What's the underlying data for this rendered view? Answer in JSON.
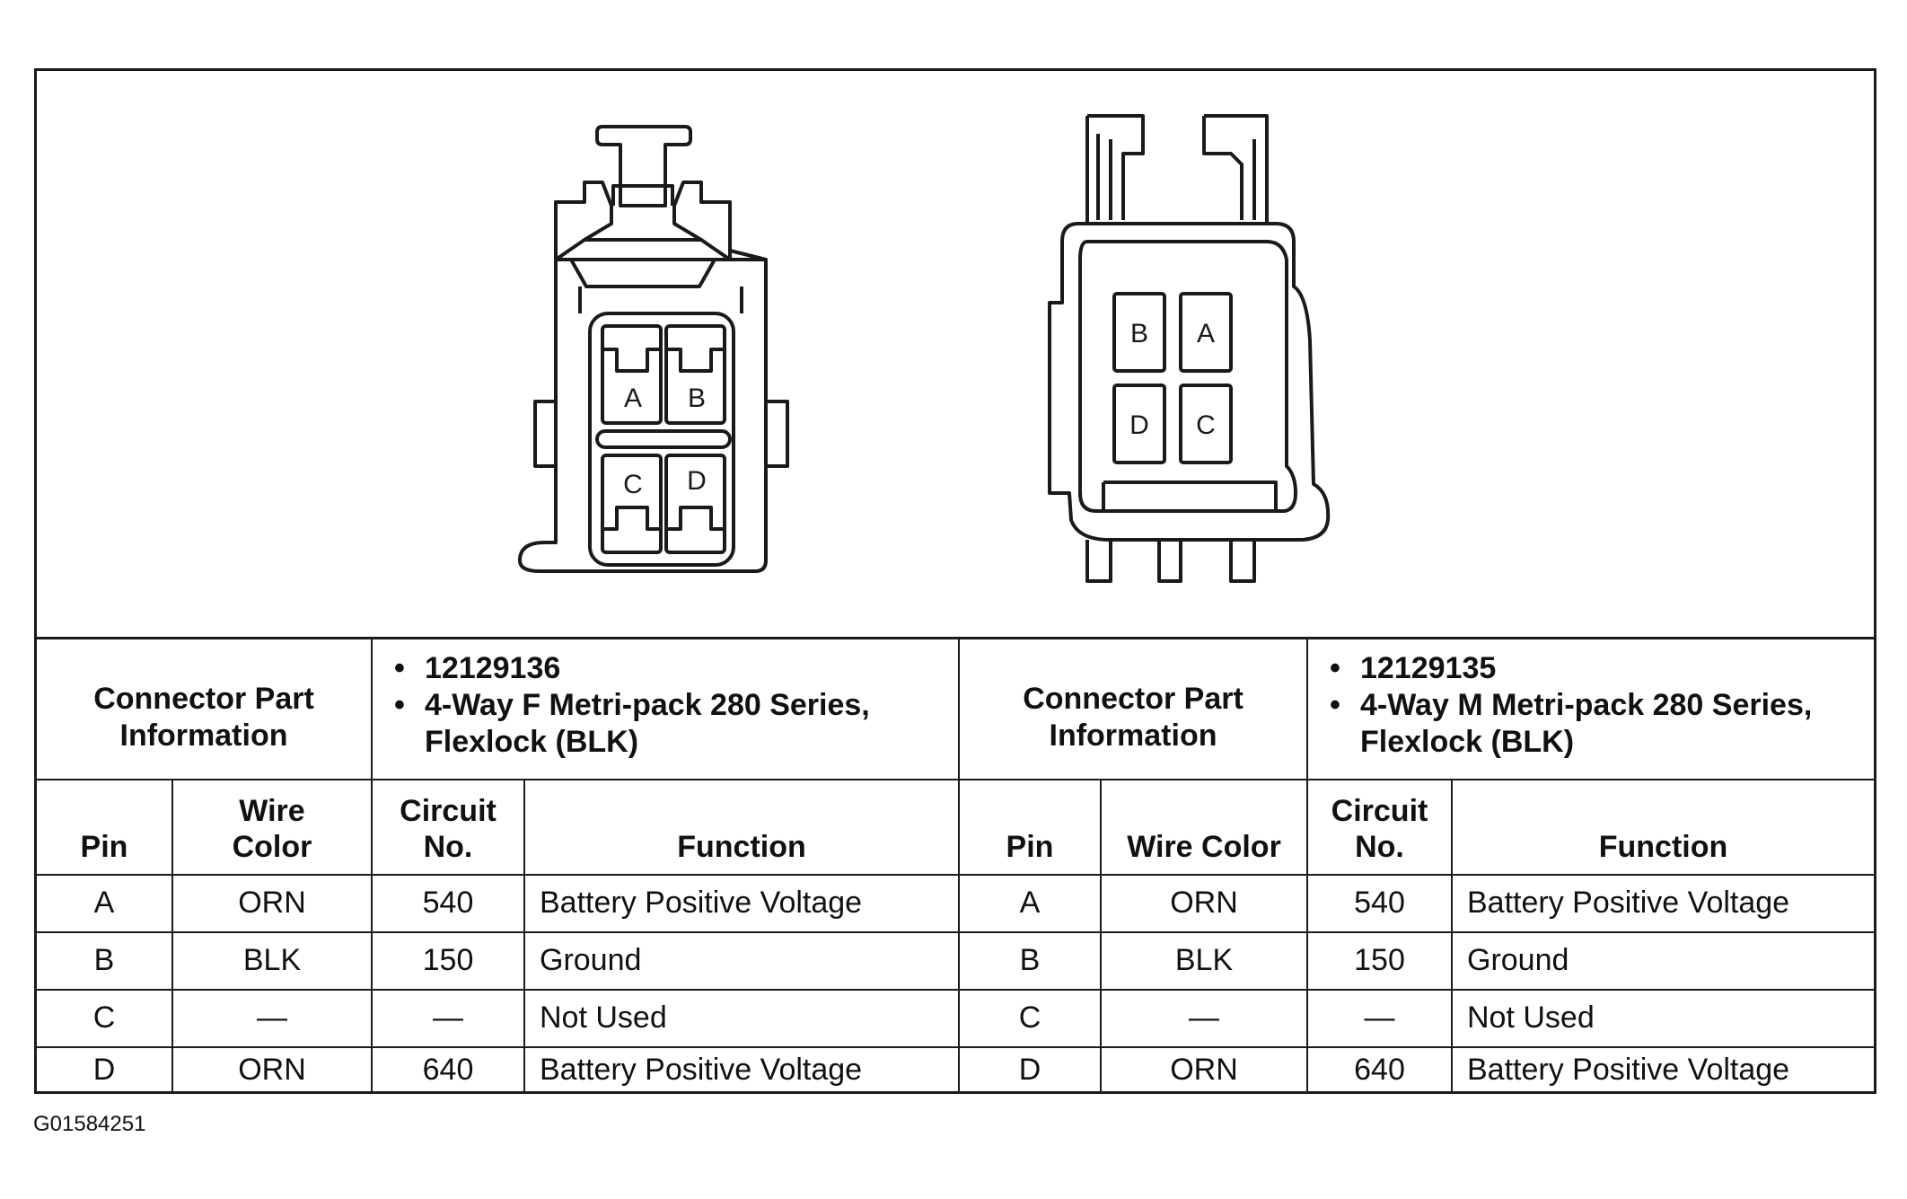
{
  "figure_id": "G01584251",
  "left_connector": {
    "info_label": "Connector Part Information",
    "part_number": "12129136",
    "description": "4-Way F Metri-pack 280 Series, Flexlock (BLK)",
    "cavity_labels": [
      "A",
      "B",
      "C",
      "D"
    ]
  },
  "right_connector": {
    "info_label": "Connector Part Information",
    "part_number": "12129135",
    "description": "4-Way M Metri-pack 280 Series, Flexlock (BLK)",
    "cavity_labels": [
      "B",
      "A",
      "D",
      "C"
    ]
  },
  "headers": {
    "pin": "Pin",
    "wire_color": "Wire Color",
    "circuit_no": "Circuit No.",
    "function": "Function"
  },
  "rows": [
    {
      "pin": "A",
      "wire": "ORN",
      "circuit": "540",
      "function": "Battery Positive Voltage"
    },
    {
      "pin": "B",
      "wire": "BLK",
      "circuit": "150",
      "function": "Ground"
    },
    {
      "pin": "C",
      "wire": "—",
      "circuit": "—",
      "function": "Not Used"
    },
    {
      "pin": "D",
      "wire": "ORN",
      "circuit": "640",
      "function": "Battery Positive Voltage"
    }
  ]
}
